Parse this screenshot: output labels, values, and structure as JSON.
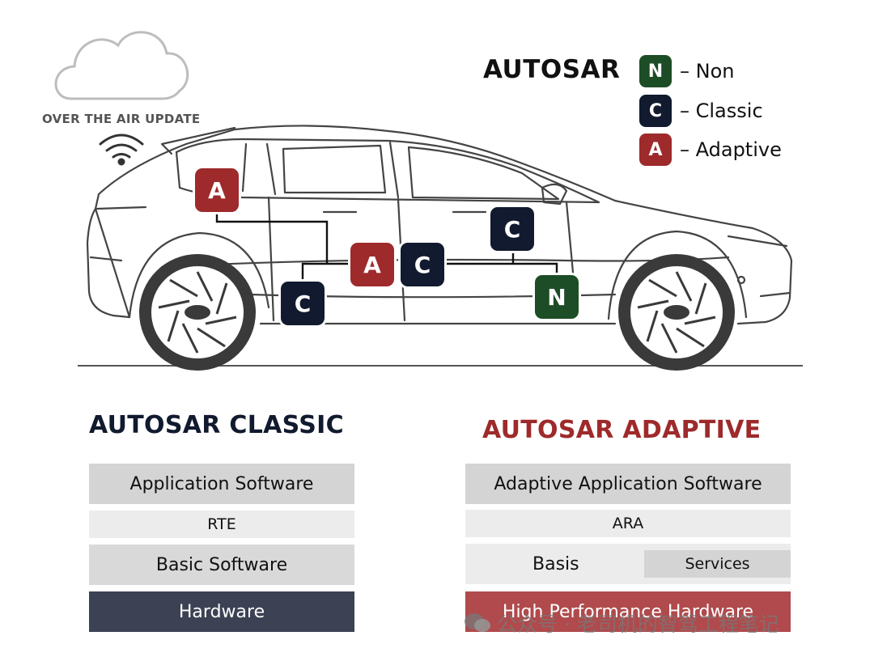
{
  "ota": {
    "label": "OVER THE AIR UPDATE"
  },
  "legend": {
    "title": "AUTOSAR",
    "items": [
      {
        "letter": "N",
        "text": "– Non",
        "color": "#1d4d26"
      },
      {
        "letter": "C",
        "text": "– Classic",
        "color": "#111a2e"
      },
      {
        "letter": "A",
        "text": "– Adaptive",
        "color": "#9e2a2b"
      }
    ]
  },
  "ecus": {
    "rear_adaptive": "A",
    "rear_classic": "C",
    "center_adaptive": "A",
    "center_classic": "C",
    "front_classic": "C",
    "front_non": "N"
  },
  "classic_stack": {
    "title": "AUTOSAR CLASSIC",
    "title_color": "#111a2e",
    "layers": {
      "application": "Application Software",
      "rte": "RTE",
      "basic": "Basic Software",
      "hardware": "Hardware"
    }
  },
  "adaptive_stack": {
    "title": "AUTOSAR ADAPTIVE",
    "title_color": "#9e2a2b",
    "layers": {
      "application": "Adaptive Application Software",
      "ara": "ARA",
      "basis": "Basis",
      "services": "Services",
      "hardware": "High Performance Hardware"
    }
  },
  "colors": {
    "layer_gray": "#d4d4d4",
    "layer_light": "#ececec",
    "classic_hw": "#3c4254",
    "adaptive_hw": "#b04a4c"
  },
  "watermark": {
    "text": "公众号 · 老司机的智驾工程笔记"
  }
}
